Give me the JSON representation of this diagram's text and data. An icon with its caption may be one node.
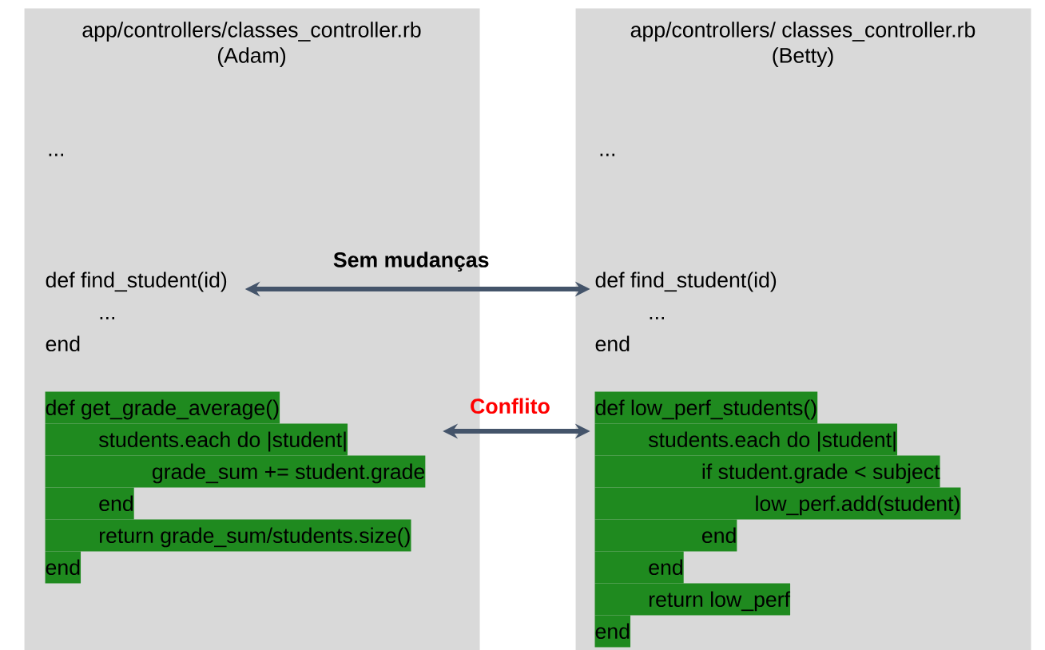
{
  "diagram": {
    "nodes": [
      {
        "text": [
          "app/controllers/classes_controller.rb",
          "(Adam)",
          "..."
        ]
      },
      {
        "text": [
          "def find_student(id)",
          "...",
          "end"
        ],
        "in": 0
      },
      {
        "text": [
          "def get_grade_average()",
          "students.each do |student|",
          "grade_sum += student.grade",
          "end",
          "return grade_sum/students.size()",
          "end"
        ],
        "in": 0
      },
      {
        "text": [
          "app/controllers/ classes_controller.rb",
          "(Betty)",
          "..."
        ]
      },
      {
        "text": [
          "def find_student(id)",
          "...",
          "end"
        ],
        "in": 3
      },
      {
        "text": [
          "def low_perf_students()",
          "students.each do |student|",
          "if student.grade < subject",
          "low_perf.add(student)",
          "end",
          "end",
          "return low_perf",
          "end"
        ],
        "in": 3
      }
    ],
    "edges": [
      {
        "from": 1,
        "to": 4,
        "arrow": "both",
        "label": "Sem mudanças"
      },
      {
        "from": 2,
        "to": 5,
        "arrow": "both",
        "label": "Conflito"
      }
    ]
  }
}
